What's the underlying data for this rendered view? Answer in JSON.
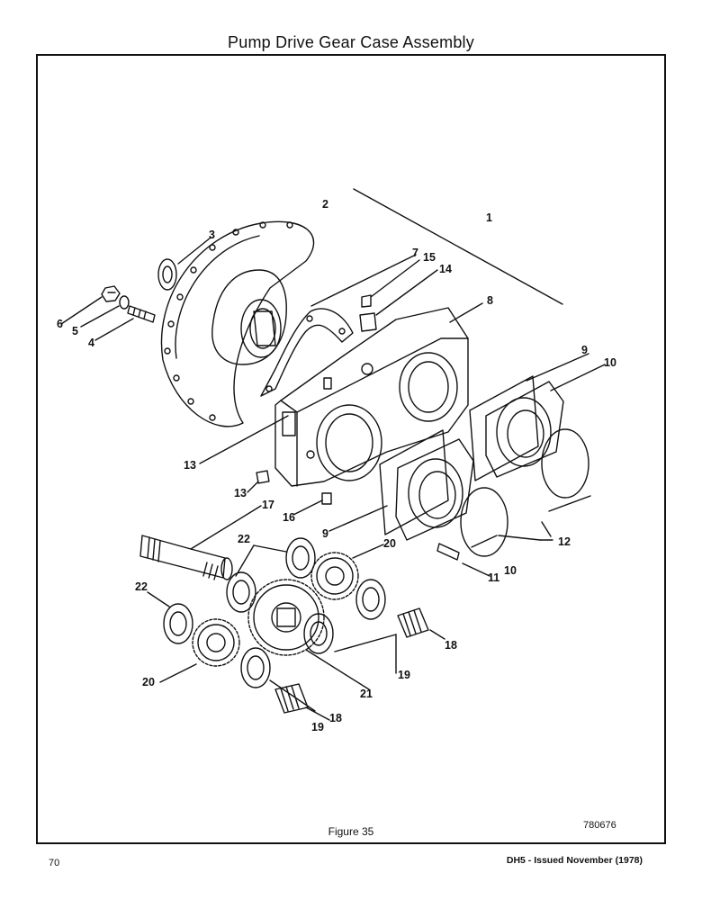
{
  "page": {
    "title": "Pump Drive Gear Case Assembly",
    "figure_caption": "Figure 35",
    "figure_number": "780676",
    "page_number": "70",
    "issue_note": "DH5 - Issued November (1978)"
  },
  "callouts": [
    "1",
    "2",
    "3",
    "4",
    "5",
    "6",
    "7",
    "8",
    "9",
    "9",
    "10",
    "10",
    "11",
    "12",
    "13",
    "13",
    "14",
    "15",
    "16",
    "17",
    "18",
    "18",
    "19",
    "19",
    "20",
    "20",
    "21",
    "22",
    "22"
  ]
}
